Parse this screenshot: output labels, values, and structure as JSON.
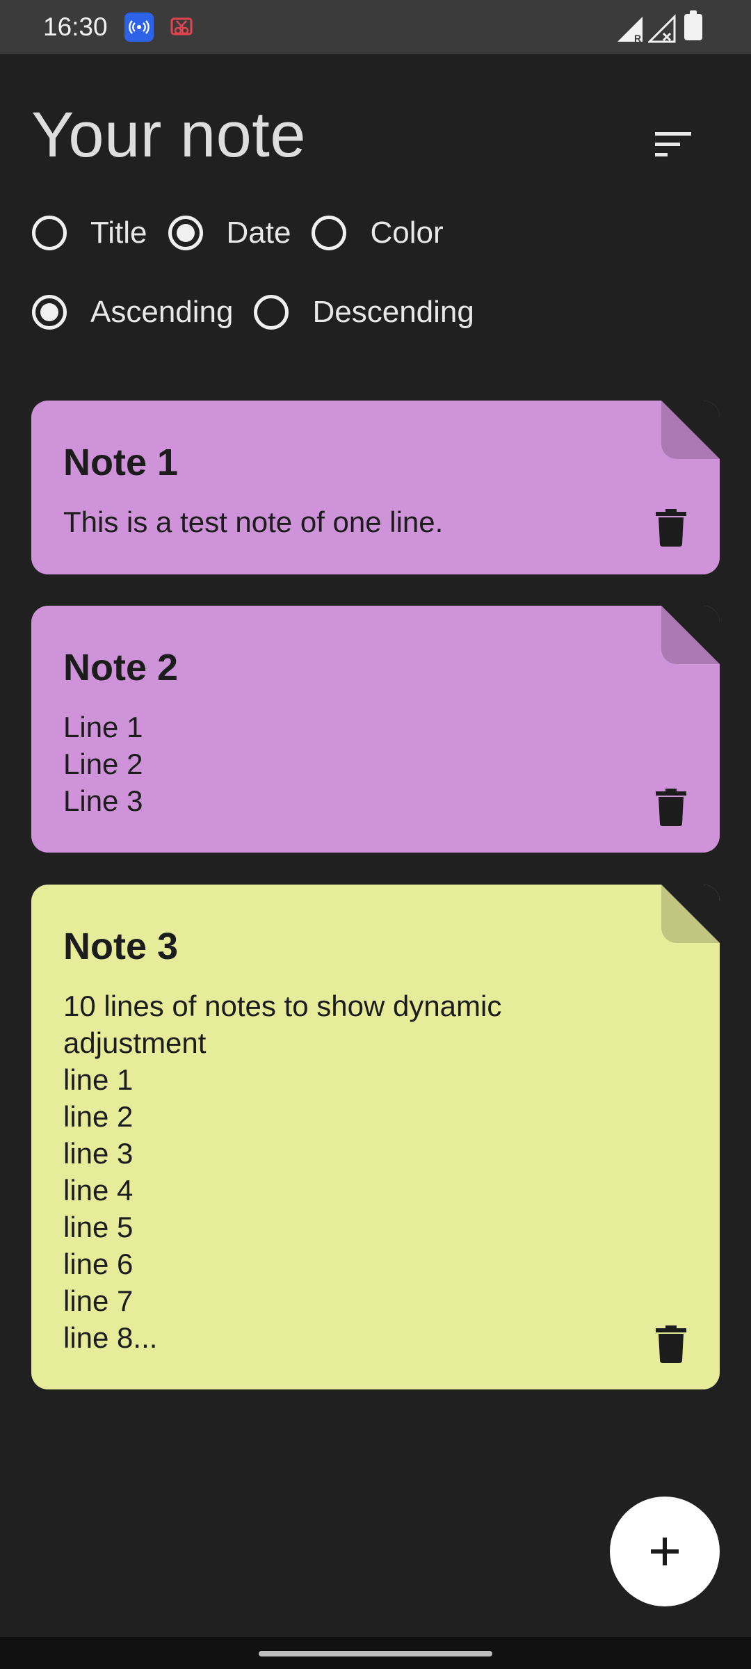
{
  "status_bar": {
    "time": "16:30",
    "icons": [
      "hotspot-icon",
      "screen-cut-icon",
      "signal-r-icon",
      "signal-x-icon",
      "battery-icon"
    ]
  },
  "header": {
    "title": "Your note",
    "sort_icon": "sort-icon"
  },
  "sort_by": {
    "options": [
      {
        "label": "Title",
        "checked": false
      },
      {
        "label": "Date",
        "checked": true
      },
      {
        "label": "Color",
        "checked": false
      }
    ]
  },
  "order": {
    "options": [
      {
        "label": "Ascending",
        "checked": true
      },
      {
        "label": "Descending",
        "checked": false
      }
    ]
  },
  "notes": [
    {
      "title": "Note 1",
      "content": "This is a test note of one line.",
      "color": "#ce93d8",
      "fold_color": "#ad79b5"
    },
    {
      "title": "Note 2",
      "content": "Line 1\nLine 2\nLine 3",
      "color": "#ce93d8",
      "fold_color": "#ad79b5"
    },
    {
      "title": "Note 3",
      "content": "10 lines of notes to show dynamic adjustment\nline 1\nline 2\nline 3\nline 4\nline 5\nline 6\nline 7\nline 8...",
      "color": "#e6ec9a",
      "fold_color": "#c1c57f"
    }
  ],
  "fab": {
    "icon": "plus-icon"
  }
}
